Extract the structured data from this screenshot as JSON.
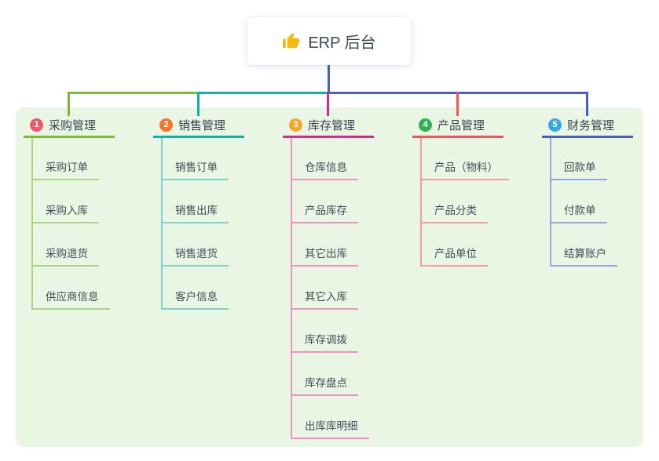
{
  "root": {
    "label": "ERP 后台",
    "icon": "thumbs-up-icon",
    "icon_color": "#f5b90f"
  },
  "panel_color": "#e9f6e3",
  "trunk": {
    "stem_color": "#4a5fc6",
    "segments": [
      {
        "name": "left-green",
        "color": "#7cbb33"
      },
      {
        "name": "mid-teal",
        "color": "#0cb5ac"
      },
      {
        "name": "right-blue",
        "color": "#4a5fc6"
      }
    ]
  },
  "branches": [
    {
      "number": "1",
      "label": "采购管理",
      "badge_color": "#f0566c",
      "main_color": "#7cbb33",
      "child_color": "#abd584",
      "children": [
        "采购订单",
        "采购入库",
        "采购退货",
        "供应商信息"
      ]
    },
    {
      "number": "2",
      "label": "销售管理",
      "badge_color": "#f5742c",
      "main_color": "#0cb5ac",
      "child_color": "#7fd2cb",
      "children": [
        "销售订单",
        "销售出库",
        "销售退货",
        "客户信息"
      ]
    },
    {
      "number": "3",
      "label": "库存管理",
      "badge_color": "#f6a62a",
      "main_color": "#d42a92",
      "child_color": "#f090c5",
      "children": [
        "仓库信息",
        "产品库存",
        "其它出库",
        "其它入库",
        "库存调拨",
        "库存盘点",
        "出库库明细"
      ]
    },
    {
      "number": "4",
      "label": "产品管理",
      "badge_color": "#2fb354",
      "main_color": "#f2555c",
      "child_color": "#f79a9e",
      "children": [
        "产品（物料）",
        "产品分类",
        "产品单位"
      ]
    },
    {
      "number": "5",
      "label": "财务管理",
      "badge_color": "#3aa7dd",
      "main_color": "#4a5fc6",
      "child_color": "#93a6e0",
      "children": [
        "回款单",
        "付款单",
        "结算账户"
      ]
    }
  ]
}
